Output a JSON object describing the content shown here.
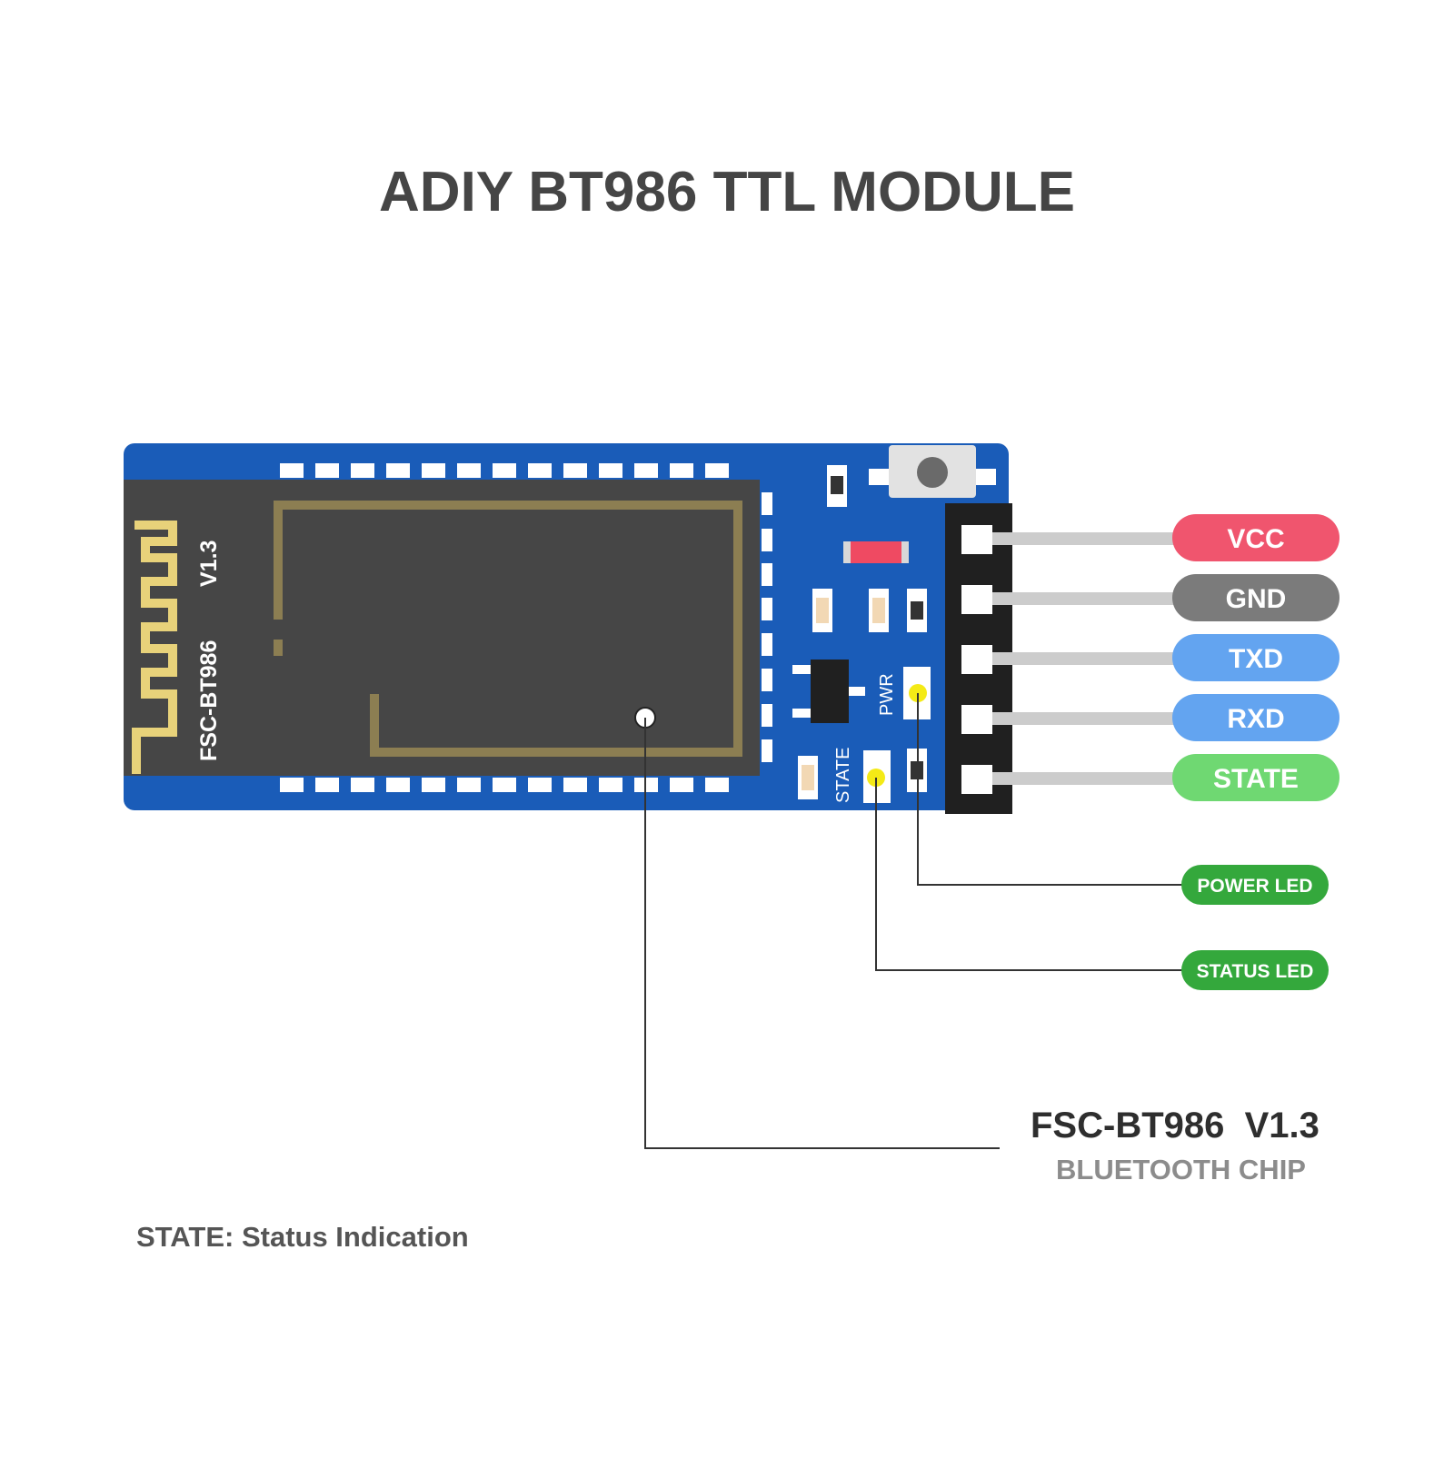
{
  "title": "ADIY BT986 TTL MODULE",
  "module": {
    "name_label": "FSC-BT986",
    "version_label": "V1.3"
  },
  "silkscreen": {
    "pwr": "PWR",
    "state": "STATE"
  },
  "pins": [
    {
      "label": "VCC",
      "color": "#f0556e"
    },
    {
      "label": "GND",
      "color": "#7b7b7b"
    },
    {
      "label": "TXD",
      "color": "#63a4f0"
    },
    {
      "label": "RXD",
      "color": "#63a4f0"
    },
    {
      "label": "STATE",
      "color": "#6fd872"
    }
  ],
  "leds": [
    {
      "label": "POWER LED",
      "color": "#34a83c"
    },
    {
      "label": "STATUS LED",
      "color": "#34a83c"
    }
  ],
  "chip_callout": {
    "name": "FSC-BT986  V1.3",
    "subtitle": "BLUETOOTH CHIP"
  },
  "footnote": "STATE: Status Indication",
  "colors": {
    "pcb": "#1a5cb8",
    "module": "#464646",
    "antenna": "#e8d27a",
    "header": "#202020",
    "led_yellow": "#f4ea16",
    "button_red": "#ef4a62"
  }
}
